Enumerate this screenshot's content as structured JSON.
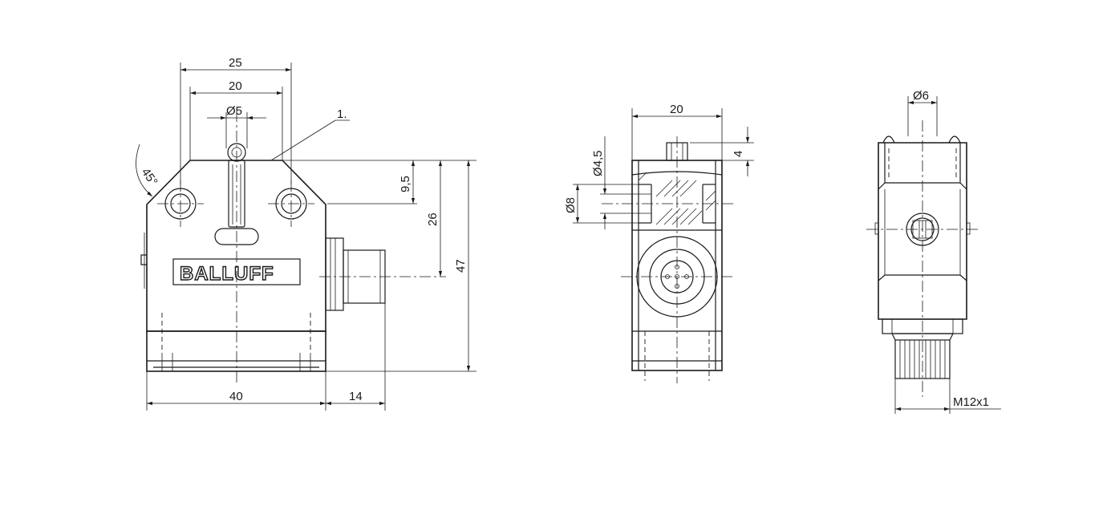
{
  "drawing": {
    "brand_logo": "BALLUFF",
    "callout": "1.",
    "front_view": {
      "dim_width_top_outer": "25",
      "dim_width_top_inner": "20",
      "dim_plunger_dia": "Ø5",
      "dim_angle": "45°",
      "dim_hole_offset": "9,5",
      "dim_connector_height": "26",
      "dim_total_height": "47",
      "dim_body_width": "40",
      "dim_connector_length": "14"
    },
    "side_view": {
      "dim_width": "20",
      "dim_plunger_height": "4",
      "dim_hole_small": "Ø4,5",
      "dim_hole_large": "Ø8"
    },
    "end_view": {
      "dim_plunger_dia": "Ø6",
      "dim_thread": "M12x1"
    }
  }
}
